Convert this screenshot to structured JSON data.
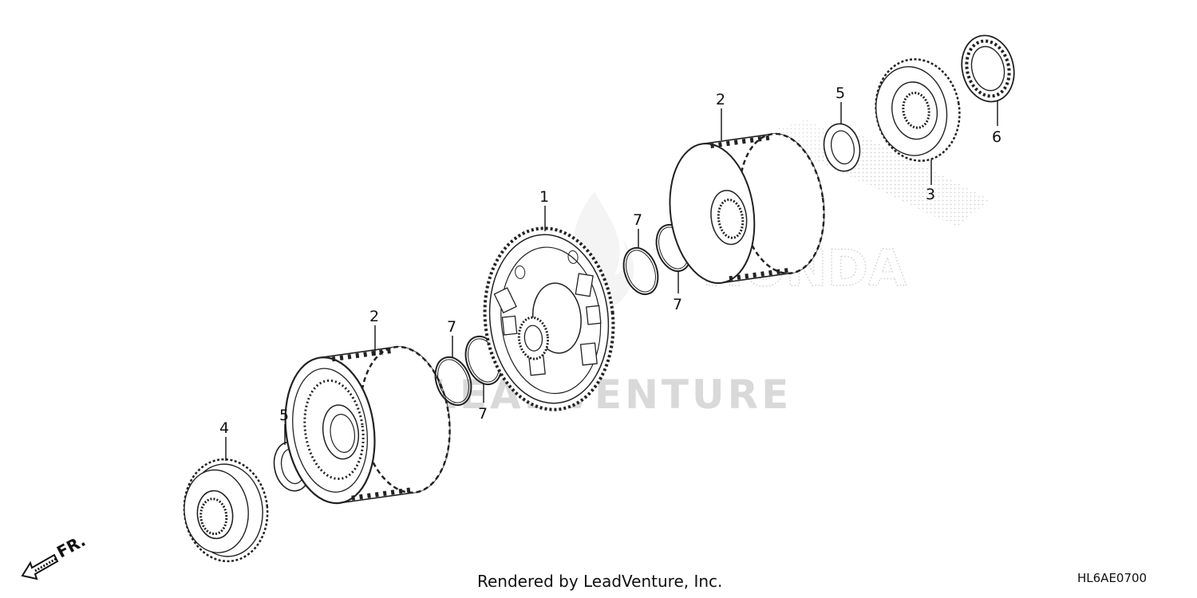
{
  "diagram": {
    "callouts": [
      {
        "id": "part-1",
        "label": "1"
      },
      {
        "id": "part-2-left",
        "label": "2"
      },
      {
        "id": "part-2-right",
        "label": "2"
      },
      {
        "id": "part-3",
        "label": "3"
      },
      {
        "id": "part-4",
        "label": "4"
      },
      {
        "id": "part-5-left",
        "label": "5"
      },
      {
        "id": "part-5-right",
        "label": "5"
      },
      {
        "id": "part-6",
        "label": "6"
      },
      {
        "id": "part-7-a",
        "label": "7"
      },
      {
        "id": "part-7-b",
        "label": "7"
      },
      {
        "id": "part-7-c",
        "label": "7"
      },
      {
        "id": "part-7-d",
        "label": "7"
      }
    ],
    "direction_label": "FR.",
    "watermark_text": "LEADVENTURE",
    "brand_watermark": "HONDA"
  },
  "footer": {
    "credit": "Rendered by LeadVenture, Inc.",
    "diagram_code": "HL6AE0700"
  }
}
